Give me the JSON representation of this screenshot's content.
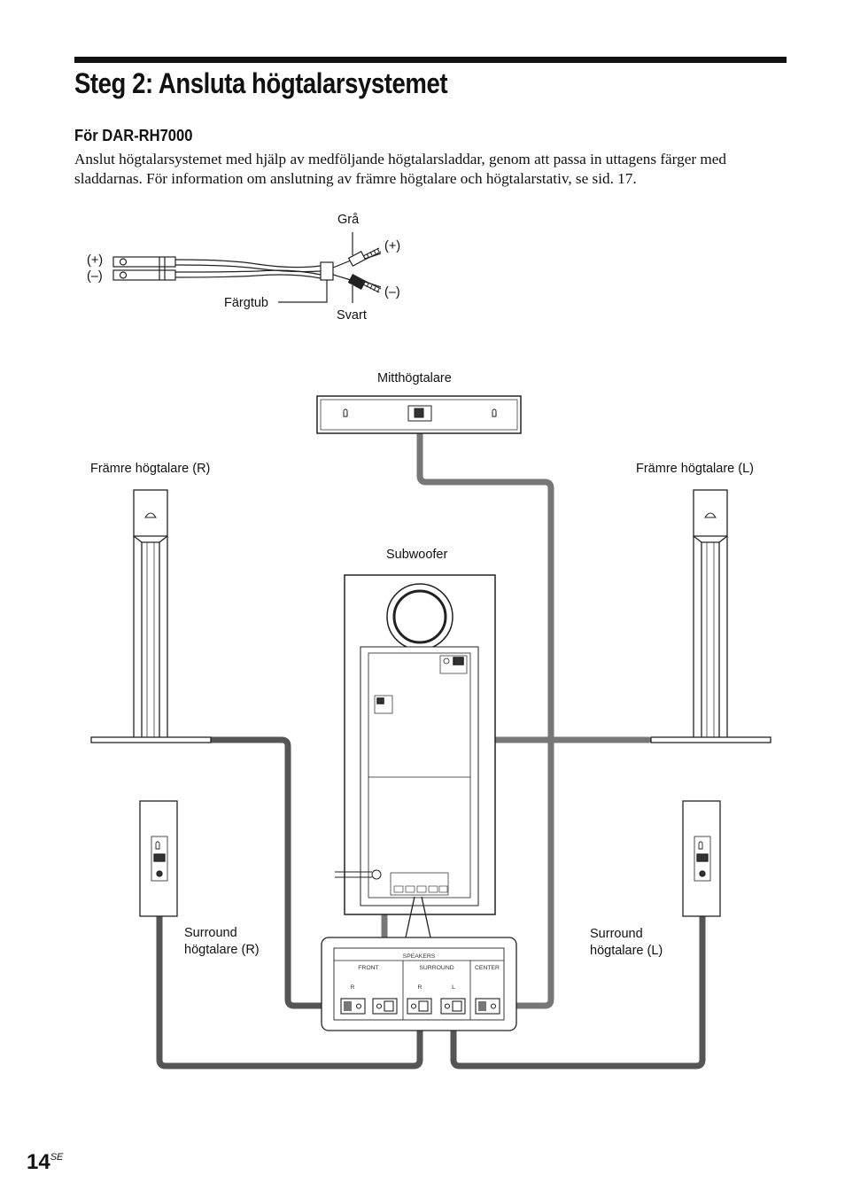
{
  "heading": "Steg 2: Ansluta högtalarsystemet",
  "subheading": "För DAR-RH7000",
  "paragraph": "Anslut högtalarsystemet med hjälp av medföljande högtalarsladdar, genom att passa in uttagens färger med sladdarnas. För information om anslutning av främre högtalare och högtalarstativ, se sid. 17.",
  "cable_labels": {
    "grey": "Grå",
    "black": "Svart",
    "color_tube": "Färgtub",
    "plus_left": "(+)",
    "minus_left": "(–)",
    "plus_right": "(+)",
    "minus_right": "(–)"
  },
  "speakers": {
    "center": "Mitthögtalare",
    "front_r": "Främre högtalare (R)",
    "front_l": "Främre högtalare (L)",
    "subwoofer": "Subwoofer",
    "surround_r_line1": "Surround",
    "surround_r_line2": "högtalare (R)",
    "surround_l_line1": "Surround",
    "surround_l_line2": "högtalare (L)"
  },
  "panel": {
    "title": "SPEAKERS",
    "front": "FRONT",
    "surround": "SURROUND",
    "center": "CENTER",
    "r1": "R",
    "r2": "R",
    "l": "L"
  },
  "page": {
    "number": "14",
    "suffix": "SE"
  }
}
